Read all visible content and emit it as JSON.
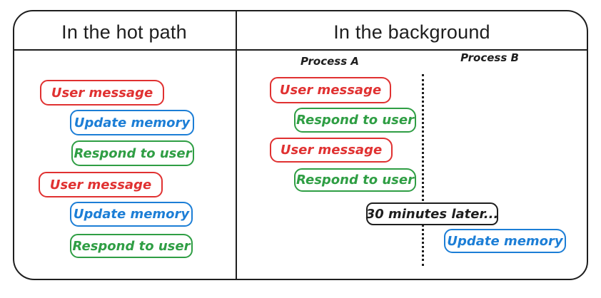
{
  "colors": {
    "red": "#e03131",
    "blue": "#1c7ed6",
    "green": "#2f9e44",
    "ink": "#1e1e1e"
  },
  "left_panel": {
    "title": "In the hot path",
    "boxes": [
      {
        "label": "User message",
        "color": "red"
      },
      {
        "label": "Update memory",
        "color": "blue"
      },
      {
        "label": "Respond to user",
        "color": "green"
      },
      {
        "label": "User message",
        "color": "red"
      },
      {
        "label": "Update memory",
        "color": "blue"
      },
      {
        "label": "Respond to user",
        "color": "green"
      }
    ]
  },
  "right_panel": {
    "title": "In the background",
    "process_a_label": "Process A",
    "process_b_label": "Process B",
    "process_a_boxes": [
      {
        "label": "User message",
        "color": "red"
      },
      {
        "label": "Respond to user",
        "color": "green"
      },
      {
        "label": "User message",
        "color": "red"
      },
      {
        "label": "Respond to user",
        "color": "green"
      }
    ],
    "timer_label": "30 minutes later...",
    "process_b_boxes": [
      {
        "label": "Update memory",
        "color": "blue"
      }
    ]
  }
}
